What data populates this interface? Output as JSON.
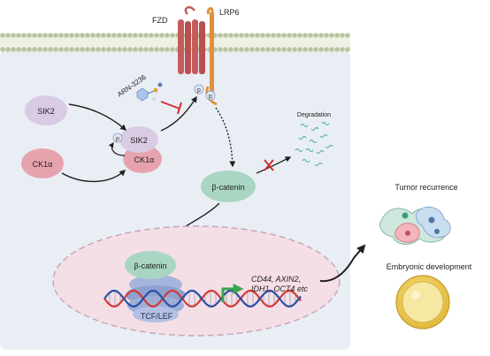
{
  "membrane": {
    "receptor_fzd": "FZD",
    "receptor_lrp6": "LRP6",
    "phospho": "p"
  },
  "inhibitor": {
    "label": "ARN-3236"
  },
  "kinases": {
    "sik2_free": "SIK2",
    "ck1a_free": "CK1α",
    "sik2_complex": "SIK2",
    "ck1a_complex": "CK1α",
    "phospho": "p"
  },
  "degradation": {
    "label": "Degradation"
  },
  "cytoplasm": {
    "beta_catenin": "β-catenin"
  },
  "nucleus": {
    "beta_catenin": "β-catenin",
    "tf_complex": "TCF/LEF",
    "target_genes_line1": "CD44, AXIN2,",
    "target_genes_line2": "IDH1, OCT4 etc"
  },
  "outcomes": [
    {
      "label": "Tumor recurrence"
    },
    {
      "label": "Embryonic development"
    }
  ],
  "colors": {
    "membrane_head": "#b9c4a2",
    "cell_bg": "#e9eef5",
    "fzd": "#c75b5b",
    "lrp6": "#e0903c",
    "sik2": "#d9cbe3",
    "ck1a": "#e7a3ad",
    "beta_catenin": "#a9d6c3",
    "nucleus": "#f4dfe6",
    "tf_complex": "#9fb0d9",
    "inhibit": "#d02f2f",
    "promoter_arrow": "#3aa64b",
    "dna_red": "#d23a3a",
    "dna_blue": "#2a4fa8"
  }
}
